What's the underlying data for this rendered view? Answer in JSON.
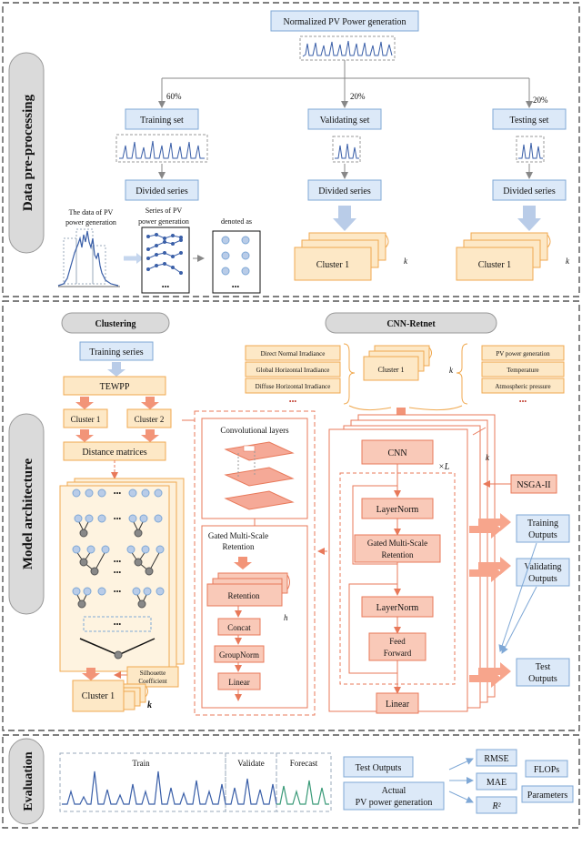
{
  "sections": {
    "preprocessing": "Data pre-processing",
    "model": "Model architecture",
    "evaluation": "Evaluation"
  },
  "preprocessing": {
    "source": "Normalized PV Power generation",
    "split_train_pct": "60%",
    "split_val_pct": "20%",
    "split_test_pct": "20%",
    "training_set": "Training set",
    "validating_set": "Validating set",
    "testing_set": "Testing set",
    "divided_series": "Divided series",
    "data_label_1": "The data of PV",
    "data_label_2": "power generation",
    "series_label_1": "Series of  PV",
    "series_label_2": "power generation",
    "denoted_as": "denoted as",
    "cluster": "Cluster 1",
    "k": "k",
    "dots": "•••"
  },
  "clustering": {
    "title": "Clustering",
    "training_series": "Training series",
    "tewpp": "TEWPP",
    "cluster1": "Cluster 1",
    "cluster2": "Cluster 2",
    "distance": "Distance matrices",
    "silhouette_1": "Silhouette",
    "silhouette_2": "Coefficient",
    "result": "Cluster 1",
    "k": "k",
    "dots": "•••"
  },
  "cnn_retnet": {
    "title": "CNN-Retnet",
    "inputs_left": [
      "Direct Normal Irradiance",
      "Global Horizontal Irradiance",
      "Diffuse Horizontal Irradiance"
    ],
    "inputs_right": [
      "PV power generation",
      "Temperature",
      "Atmospheric pressure"
    ],
    "cluster": "Cluster 1",
    "k": "k",
    "dots": "•••",
    "conv_layers": "Convolutional layers",
    "gmsr_1": "Gated Multi-Scale",
    "gmsr_2": "Retention",
    "retention": "Retention",
    "h": "h",
    "concat": "Concat",
    "groupnorm": "GroupNorm",
    "linear": "Linear",
    "cnn": "CNN",
    "times_l": "×L",
    "layernorm": "LayerNorm",
    "gated_1": "Gated Multi-Scale",
    "gated_2": "Retention",
    "layernorm2": "LayerNorm",
    "ff_1": "Feed",
    "ff_2": "Forward",
    "linear_out": "Linear",
    "nsga": "NSGA-II",
    "training_out_1": "Training",
    "training_out_2": "Outputs",
    "validating_out_1": "Validating",
    "validating_out_2": "Outputs",
    "test_out_1": "Test",
    "test_out_2": "Outputs"
  },
  "evaluation": {
    "train": "Train",
    "validate": "Validate",
    "forecast": "Forecast",
    "test_outputs": "Test Outputs",
    "actual_1": "Actual",
    "actual_2": "PV power generation",
    "rmse": "RMSE",
    "mae": "MAE",
    "r2": "R²",
    "flops": "FLOPs",
    "parameters": "Parameters"
  },
  "colors": {
    "blue_fill": "#dce9f8",
    "blue_stroke": "#7fa8d6",
    "orange_fill": "#fde8c6",
    "orange_stroke": "#f0a950",
    "salmon_fill": "#f9c9b8",
    "salmon_stroke": "#e8795a",
    "series_line": "#3a5fa8",
    "forecast_line": "#3a9a78",
    "arrow": "#9a9a9a"
  }
}
